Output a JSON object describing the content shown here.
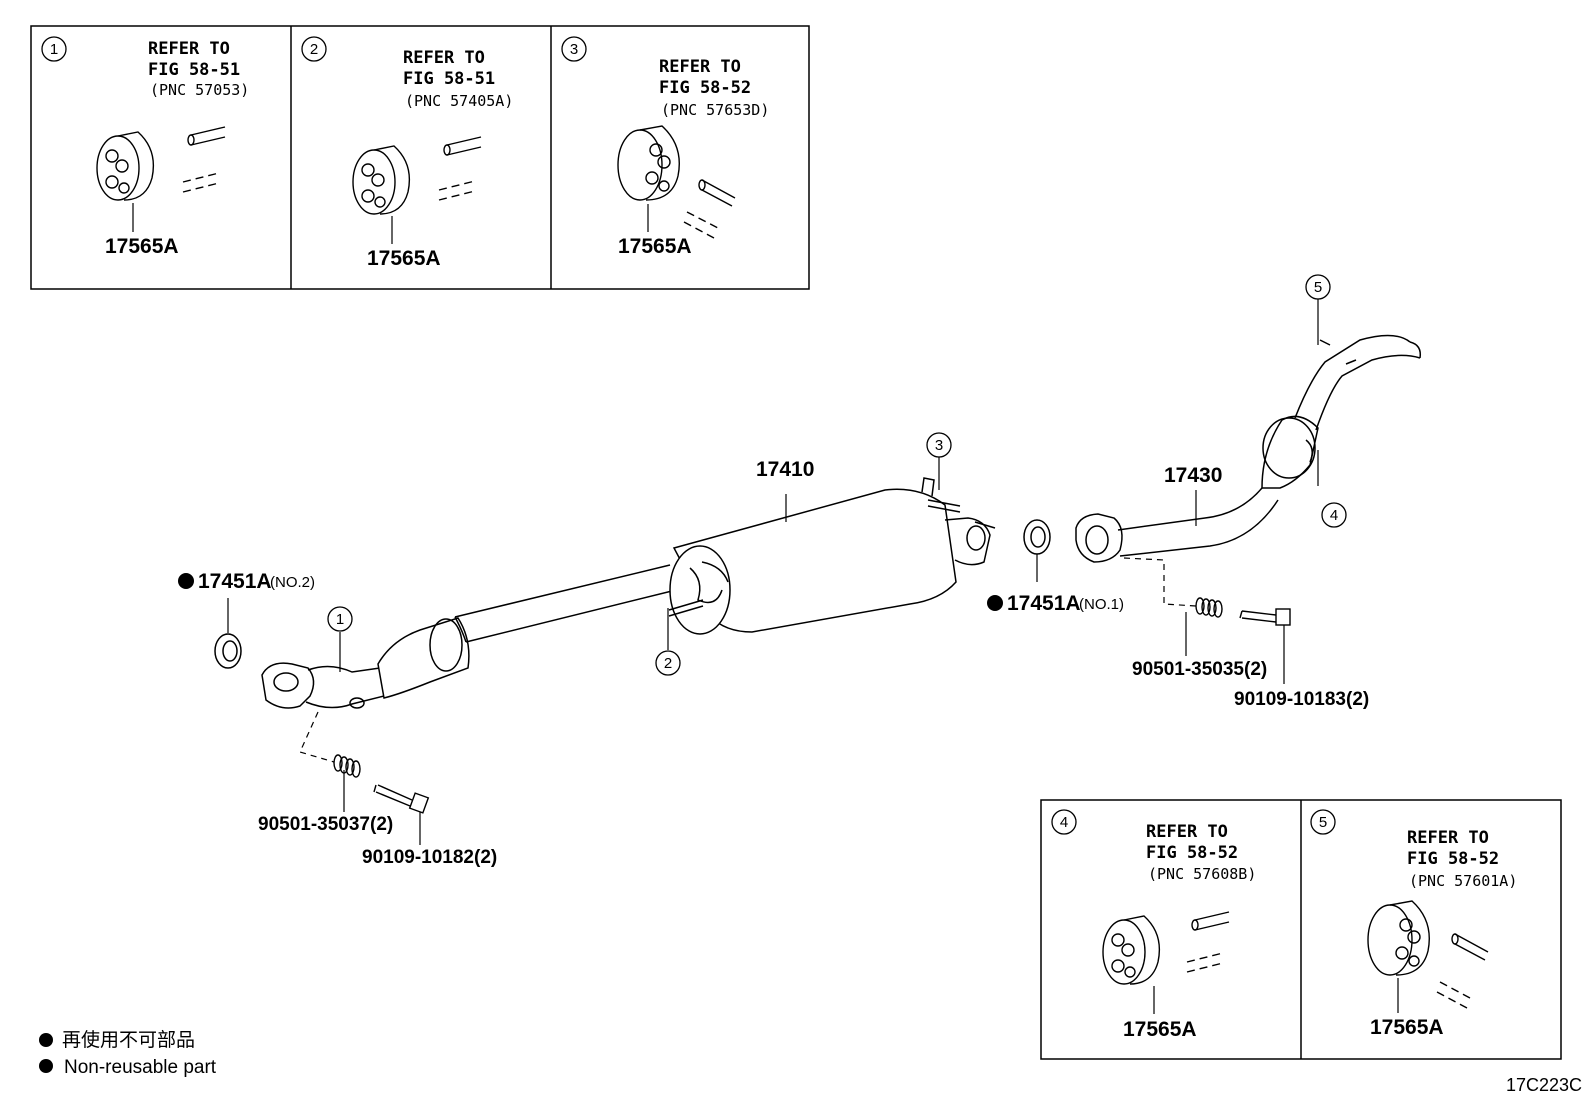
{
  "colors": {
    "ink": "#000000",
    "paper": "#ffffff"
  },
  "detail_boxes": [
    {
      "num": "1",
      "refer": "REFER TO",
      "fig": "FIG 58-51",
      "pnc": "(PNC 57053)",
      "part": "17565A"
    },
    {
      "num": "2",
      "refer": "REFER TO",
      "fig": "FIG 58-51",
      "pnc": "(PNC 57405A)",
      "part": "17565A"
    },
    {
      "num": "3",
      "refer": "REFER TO",
      "fig": "FIG 58-52",
      "pnc": "(PNC 57653D)",
      "part": "17565A"
    },
    {
      "num": "4",
      "refer": "REFER TO",
      "fig": "FIG 58-52",
      "pnc": "(PNC 57608B)",
      "part": "17565A"
    },
    {
      "num": "5",
      "refer": "REFER TO",
      "fig": "FIG 58-52",
      "pnc": "(PNC 57601A)",
      "part": "17565A"
    }
  ],
  "main": {
    "center_pipe": "17410",
    "tail_pipe": "17430",
    "gasket_no2": {
      "part": "17451A",
      "note": "(NO.2)"
    },
    "gasket_no1": {
      "part": "17451A",
      "note": "(NO.1)"
    },
    "spring_left": "90501-35037(2)",
    "bolt_left": "90109-10182(2)",
    "spring_right": "90501-35035(2)",
    "bolt_right": "90109-10183(2)",
    "callouts": [
      "1",
      "2",
      "3",
      "4",
      "5"
    ]
  },
  "legend": {
    "jp": "再使用不可部品",
    "en": "Non-reusable part"
  },
  "figure_code": "17C223C"
}
